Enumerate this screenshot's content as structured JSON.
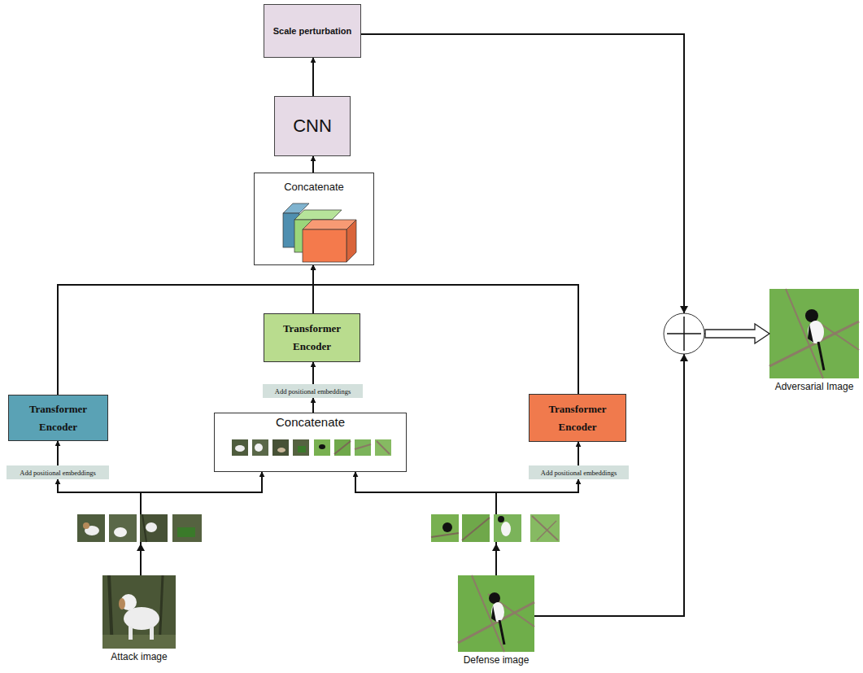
{
  "diagram": {
    "nodes": [
      {
        "text": [
          "Scale perturbation"
        ]
      },
      {
        "text": [
          "CNN"
        ]
      },
      {
        "text": [
          "Concatenate"
        ]
      },
      {
        "text": [
          "Transformer Encoder"
        ]
      },
      {
        "text": [
          "Add positional embeddings"
        ]
      },
      {
        "text": [
          "Concatenate"
        ]
      },
      {
        "text": [
          "Transformer Encoder"
        ]
      },
      {
        "text": [
          "Add positional embeddings"
        ]
      },
      {
        "text": [
          "Transformer Encoder"
        ]
      },
      {
        "text": [
          "Add positional embeddings"
        ]
      },
      {
        "text": [
          "Attack image"
        ]
      },
      {
        "text": [
          "Defense image"
        ]
      },
      {
        "text": [
          "Adversarial Image"
        ]
      }
    ],
    "edges": [
      {
        "from": 10,
        "to": 7,
        "arrow": "to"
      },
      {
        "from": 7,
        "to": 6,
        "arrow": "to"
      },
      {
        "from": 6,
        "to": 2,
        "arrow": "to"
      },
      {
        "from": 10,
        "to": 5,
        "arrow": "to"
      },
      {
        "from": 11,
        "to": 5,
        "arrow": "to"
      },
      {
        "from": 11,
        "to": 9,
        "arrow": "to"
      },
      {
        "from": 9,
        "to": 8,
        "arrow": "to"
      },
      {
        "from": 8,
        "to": 2,
        "arrow": "to"
      },
      {
        "from": 5,
        "to": 4,
        "arrow": "to"
      },
      {
        "from": 4,
        "to": 3,
        "arrow": "to"
      },
      {
        "from": 3,
        "to": 2,
        "arrow": "to"
      },
      {
        "from": 2,
        "to": 1,
        "arrow": "to"
      },
      {
        "from": 1,
        "to": 0,
        "arrow": "to"
      },
      {
        "from": 0,
        "to": 12,
        "arrow": "to"
      },
      {
        "from": 11,
        "to": 12,
        "arrow": "to"
      }
    ]
  }
}
